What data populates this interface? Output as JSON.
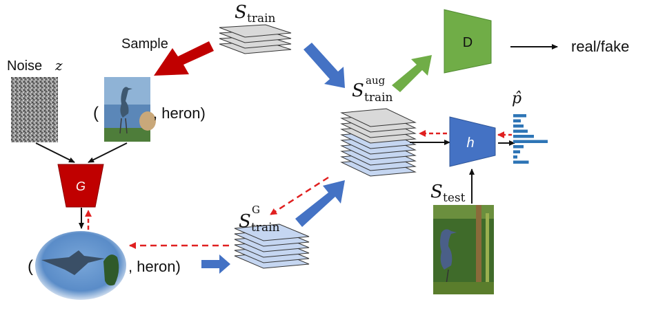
{
  "labels": {
    "sample": "Sample",
    "noise": "Noise",
    "noise_var": "z",
    "heron_text": ", heron)",
    "paren": "(",
    "s": "S",
    "train": "train",
    "aug": "aug",
    "G": "G",
    "test": "test",
    "real_fake": "real/fake",
    "D": "D",
    "G_block": "G",
    "h": "h",
    "p_hat": "p̂"
  },
  "histogram": {
    "values": [
      0.38,
      0.22,
      0.3,
      0.42,
      0.6,
      1.0,
      0.3,
      0.2,
      0.12,
      0.45
    ]
  },
  "colors": {
    "red_arrow": "#c00000",
    "blue_arrow": "#4472c4",
    "green_arrow": "#70ad47",
    "generator": "#c00000",
    "discriminator": "#70ad47",
    "classifier": "#4472c4",
    "gray_layer": "#d9d9d9",
    "blue_layer": "#c5d6f1",
    "histogram_bar": "#2e75b6",
    "dashed": "#e02020"
  },
  "icons": {
    "noise": "noise-image",
    "heron_real": "heron-photo",
    "heron_generated": "generated-heron-photo",
    "heron_test": "test-heron-photo"
  }
}
